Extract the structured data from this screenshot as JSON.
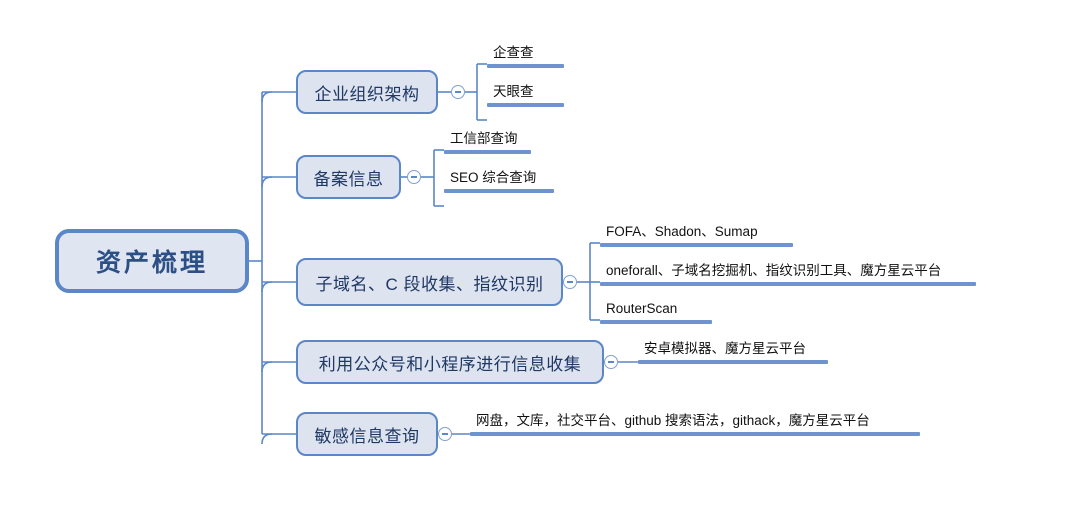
{
  "map": {
    "root": {
      "label": "资产梳理"
    },
    "colors": {
      "node_fill": "#dde3ef",
      "node_border": "#5b86c8",
      "root_text": "#2c4f85",
      "branch_text": "#1f3864",
      "connector": "#5b86c8",
      "leaf_bar": "#6f93cf",
      "leaf_text": "#111111",
      "background": "#ffffff"
    },
    "toggle_icon": "collapse-minus-icon",
    "branches": [
      {
        "label": "企业组织架构",
        "toggle": "collapse-toggle",
        "leaves": [
          {
            "label": "企查查"
          },
          {
            "label": "天眼查"
          }
        ]
      },
      {
        "label": "备案信息",
        "toggle": "collapse-toggle",
        "leaves": [
          {
            "label": "工信部查询"
          },
          {
            "label": "SEO 综合查询"
          }
        ]
      },
      {
        "label": "子域名、C 段收集、指纹识别",
        "toggle": "collapse-toggle",
        "leaves": [
          {
            "label": "FOFA、Shadon、Sumap"
          },
          {
            "label": "oneforall、子域名挖掘机、指纹识别工具、魔方星云平台"
          },
          {
            "label": "RouterScan"
          }
        ]
      },
      {
        "label": "利用公众号和小程序进行信息收集",
        "toggle": "collapse-toggle",
        "leaves": [
          {
            "label": "安卓模拟器、魔方星云平台"
          }
        ]
      },
      {
        "label": "敏感信息查询",
        "toggle": "collapse-toggle",
        "leaves": [
          {
            "label": "网盘，文库，社交平台、github 搜索语法，githack，魔方星云平台"
          }
        ]
      }
    ]
  }
}
